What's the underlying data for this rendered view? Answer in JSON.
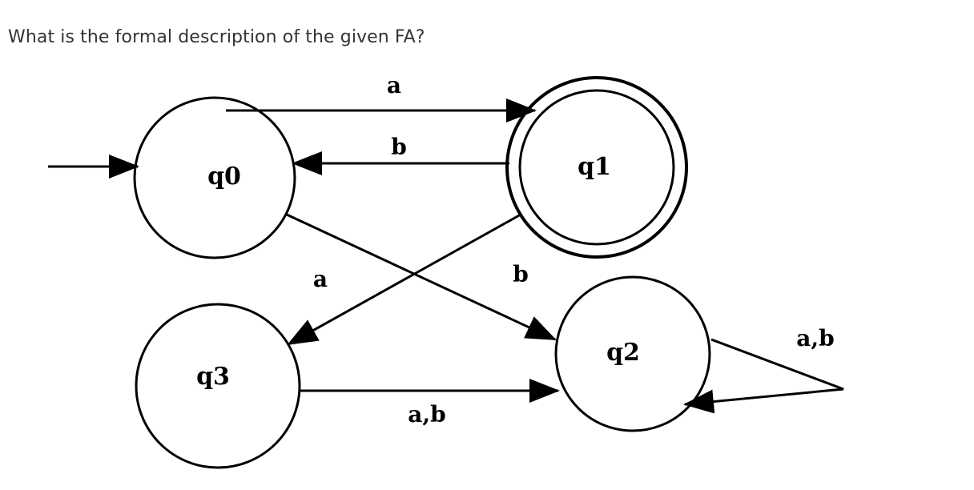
{
  "question": {
    "text": "What is the formal description of the given FA?"
  },
  "automaton": {
    "states": [
      {
        "id": "q0",
        "label": "q0",
        "start": true,
        "accepting": false
      },
      {
        "id": "q1",
        "label": "q1",
        "start": false,
        "accepting": true
      },
      {
        "id": "q2",
        "label": "q2",
        "start": false,
        "accepting": false
      },
      {
        "id": "q3",
        "label": "q3",
        "start": false,
        "accepting": false
      }
    ],
    "transitions": [
      {
        "from": "q0",
        "to": "q1",
        "label": "a"
      },
      {
        "from": "q1",
        "to": "q0",
        "label": "b"
      },
      {
        "from": "q1",
        "to": "q3",
        "label": "a"
      },
      {
        "from": "q0",
        "to": "q2",
        "label": "b"
      },
      {
        "from": "q3",
        "to": "q2",
        "label": "a,b"
      },
      {
        "from": "q2",
        "to": "q2",
        "label": "a,b"
      }
    ]
  }
}
